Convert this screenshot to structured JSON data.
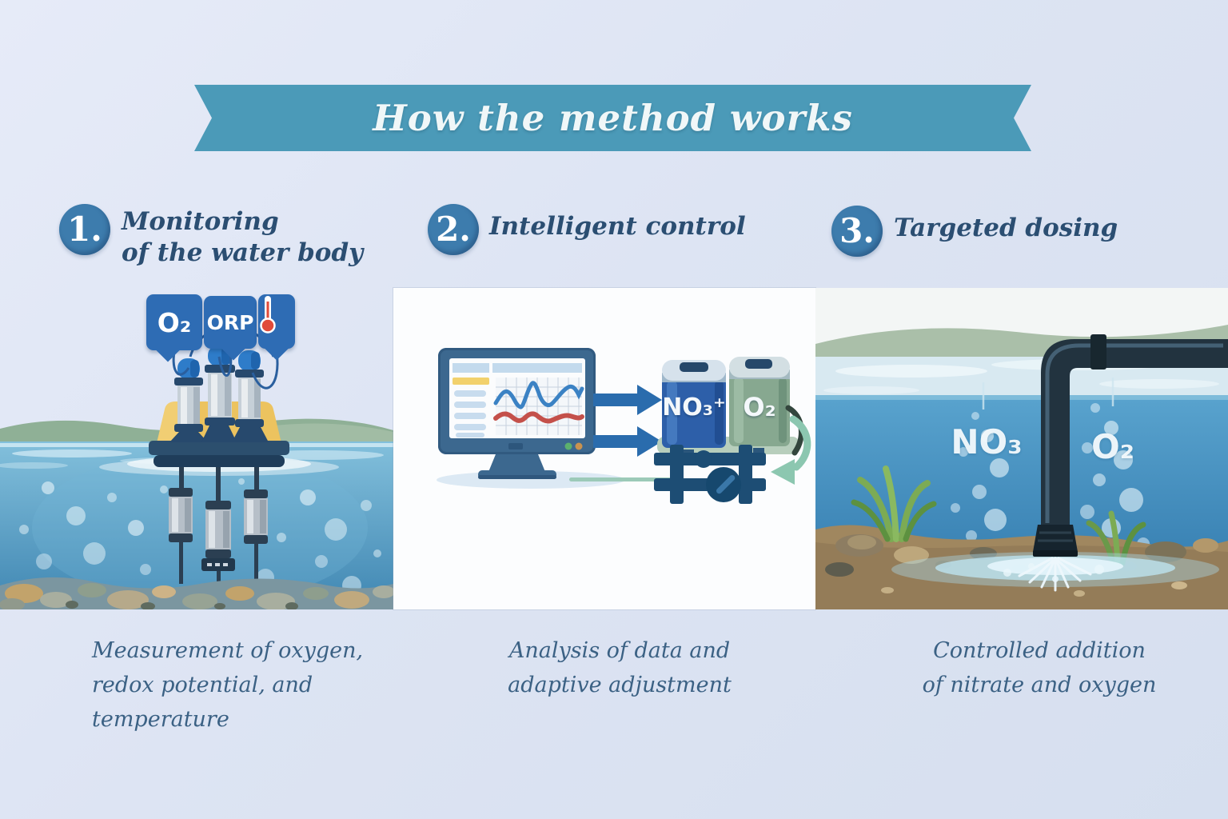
{
  "banner": {
    "title": "How the method works"
  },
  "steps": [
    {
      "number": "1.",
      "title_lines": [
        "Monitoring",
        "of the water body"
      ],
      "caption_lines": [
        "Measurement of oxygen,",
        "redox potential, and temperature"
      ]
    },
    {
      "number": "2.",
      "title_lines": [
        "Intelligent control",
        ""
      ],
      "caption_lines": [
        "Analysis of data and",
        "adaptive adjustment"
      ]
    },
    {
      "number": "3.",
      "title_lines": [
        "Targeted dosing",
        ""
      ],
      "caption_lines": [
        "Controlled addition",
        "of nitrate and oxygen"
      ]
    }
  ],
  "monitoring_panel": {
    "sensor_tags": {
      "oxygen": "O₂",
      "redox": "ORP",
      "temperature_icon": "thermometer-icon"
    }
  },
  "control_panel": {
    "tanks": [
      {
        "label": "NO₃⁺"
      },
      {
        "label": "O₂"
      }
    ]
  },
  "dosing_panel": {
    "water_labels": [
      {
        "label": "NO₃"
      },
      {
        "label": "O₂"
      }
    ]
  },
  "colors": {
    "background": "#dde4f3",
    "banner": "#4b9ab8",
    "step_circle": "#3d7cad",
    "heading_text": "#2b4e72",
    "caption_text": "#3b6184",
    "tag_blue": "#2e6cb4",
    "tank_blue": "#2d5fa9",
    "tank_green": "#87a890",
    "arrow_blue": "#2a6cad",
    "feedback_green": "#8cc7b0",
    "chart_line_blue": "#3b82c4",
    "chart_line_red": "#c4504a",
    "pipe_dark": "#22333f"
  }
}
